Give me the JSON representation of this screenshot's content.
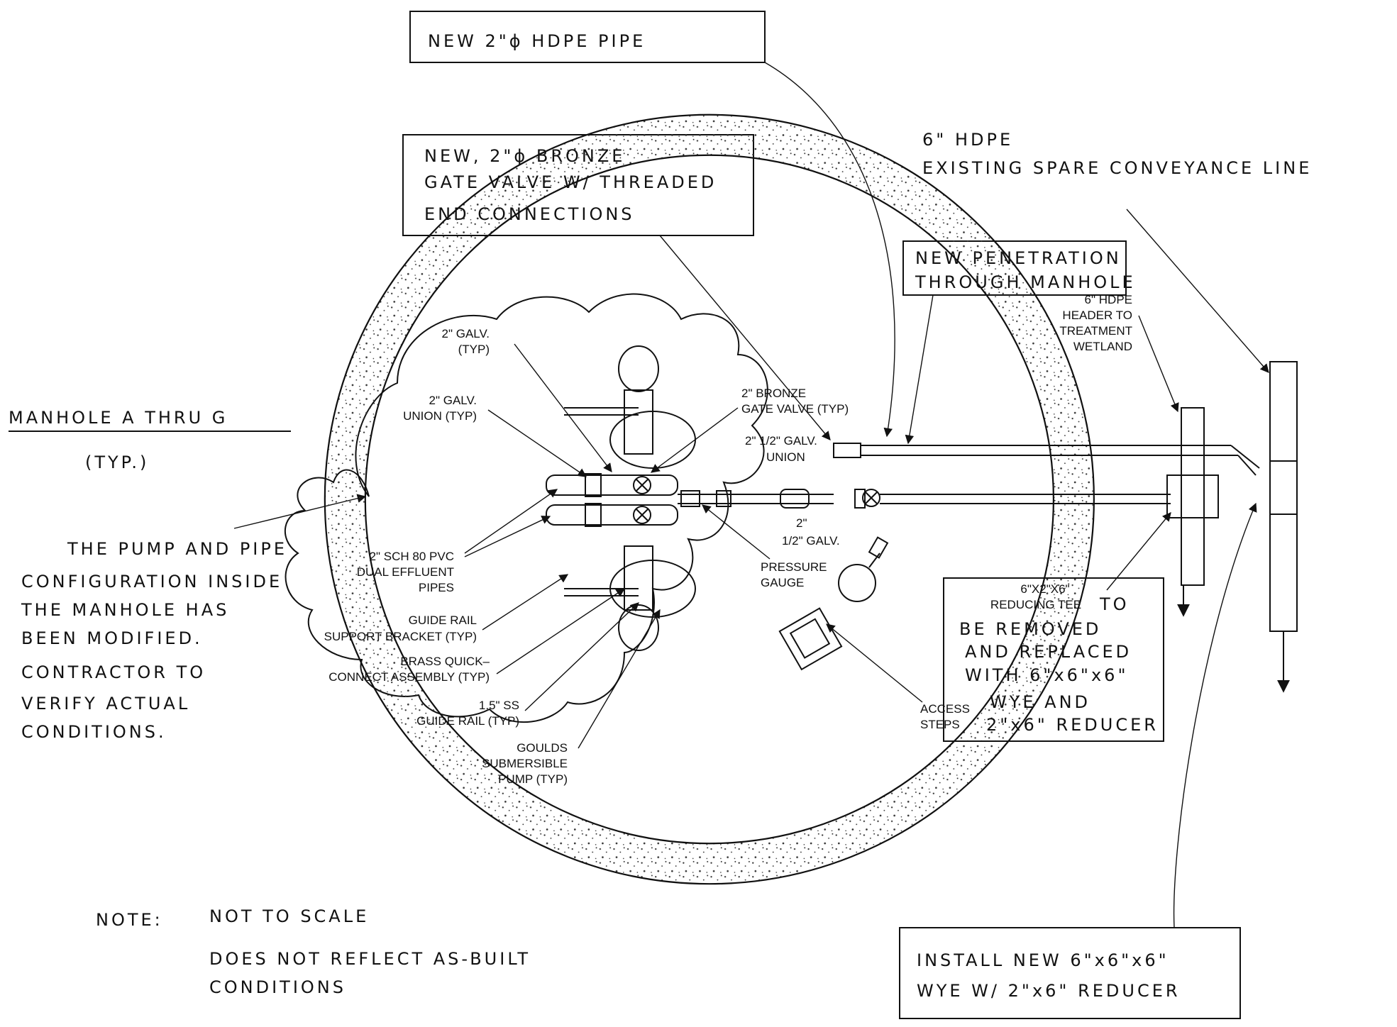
{
  "title": {
    "line1": "MANHOLE A THRU G",
    "line2": "(TYP.)"
  },
  "callouts": {
    "hdpe_pipe": "NEW 2\"ϕ HDPE PIPE",
    "bronze_valve": [
      "NEW, 2\"ϕ BRONZE",
      "GATE VALVE W/ THREADED",
      "END CONNECTIONS"
    ],
    "spare_line": [
      "6\" HDPE",
      "EXISTING SPARE CONVEYANCE LINE"
    ],
    "penetration": [
      "NEW PENETRATION",
      "THROUGH MANHOLE"
    ],
    "reducing_tee_hand": [
      "TO",
      "BE REMOVED",
      "AND REPLACED",
      "WITH 6\"x6\"x6\"",
      "WYE AND",
      "2\"x6\" REDUCER"
    ],
    "install_wye": [
      "INSTALL NEW 6\"x6\"x6\"",
      "WYE W/ 2\"x6\" REDUCER"
    ]
  },
  "labels": {
    "galv_typ": [
      "2\" GALV.",
      "(TYP)"
    ],
    "galv_union": [
      "2\" GALV.",
      "UNION (TYP)"
    ],
    "bronze_gate": [
      "2\" BRONZE",
      "GATE VALVE (TYP)"
    ],
    "galv_union_mid": [
      "2\" 1/2\" GALV.",
      "UNION"
    ],
    "galv_lower": [
      "2\"",
      "1/2\" GALV."
    ],
    "pvc_pipes": [
      "2\" SCH 80 PVC",
      "DUAL EFFLUENT",
      "PIPES"
    ],
    "pressure_gauge": [
      "PRESSURE",
      "GAUGE"
    ],
    "guide_rail_bracket": [
      "GUIDE RAIL",
      "SUPPORT BRACKET (TYP)"
    ],
    "quick_connect": [
      "BRASS QUICK–",
      "CONNECT ASSEMBLY (TYP)"
    ],
    "ss_rail": [
      "1.5\" SS",
      "GUIDE RAIL (TYP)"
    ],
    "goulds_pump": [
      "GOULDS",
      "SUBMERSIBLE",
      "PUMP (TYP)"
    ],
    "header": [
      "6\" HDPE",
      "HEADER TO",
      "TREATMENT",
      "WETLAND"
    ],
    "reducing_tee": [
      "6\"X2\"X6\"",
      "REDUCING TEE"
    ],
    "access_steps": [
      "ACCESS",
      "STEPS"
    ]
  },
  "cloud_note": [
    "THE PUMP AND PIPE",
    "CONFIGURATION INSIDE",
    "THE MANHOLE HAS",
    "BEEN MODIFIED.",
    "CONTRACTOR TO",
    "VERIFY ACTUAL",
    "CONDITIONS."
  ],
  "footer_note": {
    "label": "NOTE:",
    "lines": [
      "NOT TO SCALE",
      "DOES NOT REFLECT AS-BUILT",
      "CONDITIONS"
    ]
  }
}
